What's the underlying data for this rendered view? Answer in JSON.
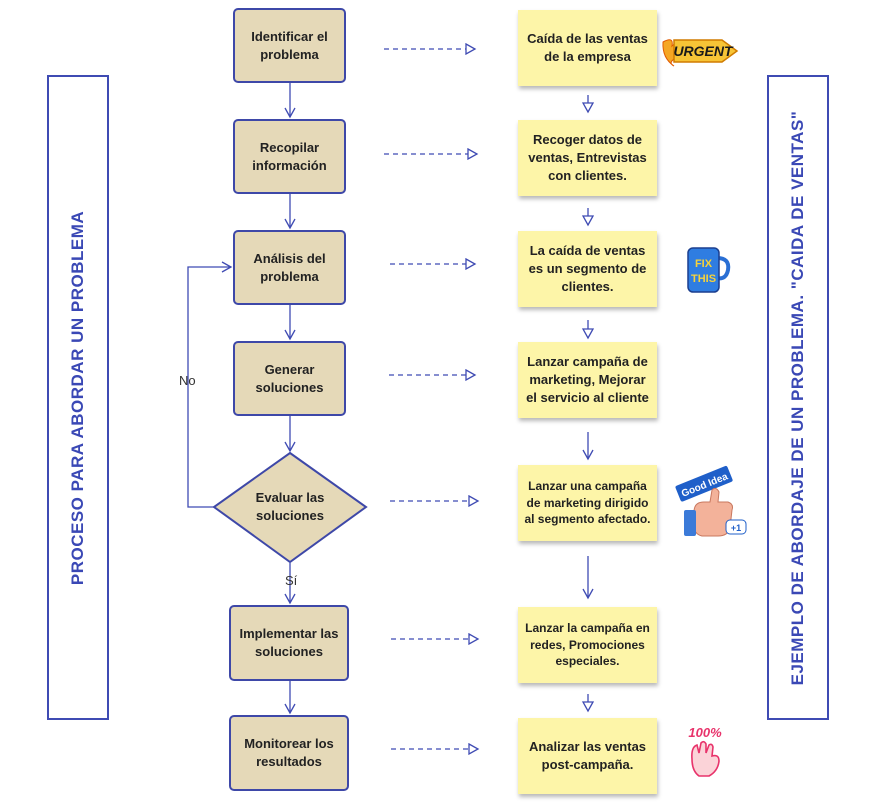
{
  "left_panel": {
    "title": "PROCESO PARA ABORDAR UN PROBLEMA"
  },
  "right_panel": {
    "title": "EJEMPLO DE ABORDAJE DE UN PROBLEMA. \"CAIDA DE VENTAS\""
  },
  "steps": [
    {
      "label": "Identificar el problema"
    },
    {
      "label": "Recopilar información"
    },
    {
      "label": "Análisis del problema"
    },
    {
      "label": "Generar soluciones"
    },
    {
      "label": "Evaluar las soluciones"
    },
    {
      "label": "Implementar las soluciones"
    },
    {
      "label": "Monitorear los resultados"
    }
  ],
  "notes": [
    {
      "text": "Caída de las ventas de la empresa"
    },
    {
      "text": "Recoger datos de ventas, Entrevistas con clientes."
    },
    {
      "text": "La caída de ventas es un segmento de clientes."
    },
    {
      "text": "Lanzar campaña de marketing, Mejorar el servicio al cliente"
    },
    {
      "text": "Lanzar una campaña de marketing dirigido al segmento afectado."
    },
    {
      "text": "Lanzar la campaña en redes, Promociones especiales."
    },
    {
      "text": "Analizar las ventas post-campaña."
    }
  ],
  "branch_labels": {
    "no": "No",
    "yes": "Sí"
  },
  "stickers": {
    "urgent": "URGENT",
    "fix_this_top": "FIX",
    "fix_this_bottom": "THIS",
    "good_idea": "Good Idea",
    "plus_one": "+1",
    "hundred": "100%"
  },
  "colors": {
    "accent": "#3f4bb3",
    "step_fill": "#e5d9b8",
    "note_fill": "#fdf5a8"
  }
}
